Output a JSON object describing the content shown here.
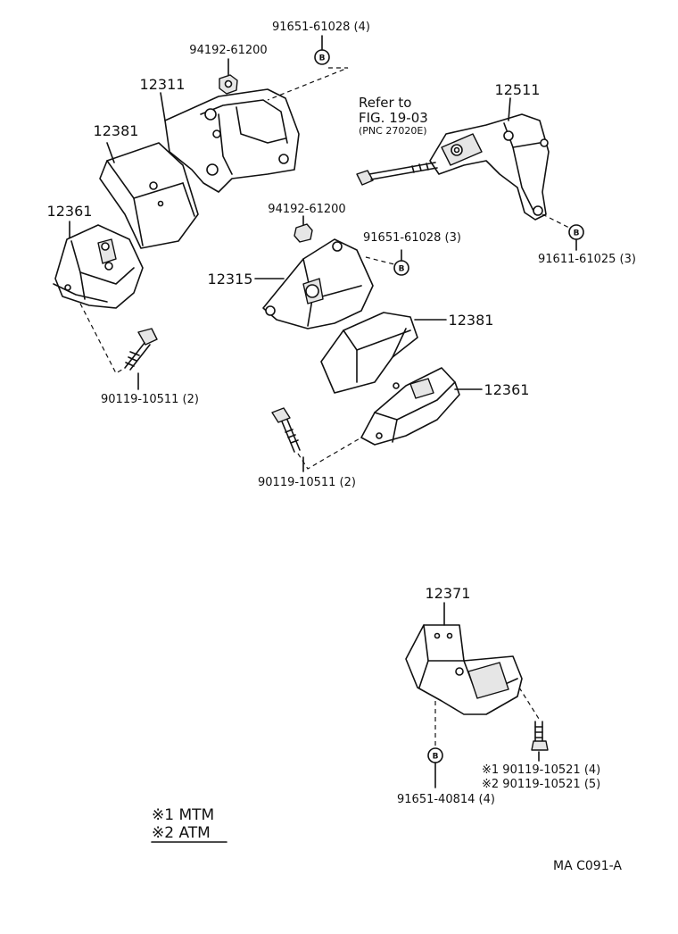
{
  "labels": {
    "p_91651_61028_top": "91651-61028 (4)",
    "p_94192_61200_top": "94192-61200",
    "p_12311": "12311",
    "p_12381_left": "12381",
    "p_12361_left": "12361",
    "p_90119_10511_left": "90119-10511 (2)",
    "p_12511": "12511",
    "p_91611_61025": "91611-61025 (3)",
    "p_94192_61200_mid": "94192-61200",
    "p_91651_61028_mid": "91651-61028 (3)",
    "p_12315": "12315",
    "p_12381_right": "12381",
    "p_12361_right": "12361",
    "p_90119_10511_mid": "90119-10511 (2)",
    "p_12371": "12371",
    "p_91651_40814": "91651-40814 (4)",
    "p_90119_10521_a": "※1 90119-10521 (4)",
    "p_90119_10521_b": "※2 90119-10521 (5)"
  },
  "refer": {
    "line1": "Refer to",
    "line2": "FIG. 19-03",
    "line3": "(PNC 27020E)"
  },
  "legend": {
    "mtm": "※1 MTM",
    "atm": "※2 ATM"
  },
  "bubble_letter": "B",
  "diagram_code": "MA C091-A"
}
